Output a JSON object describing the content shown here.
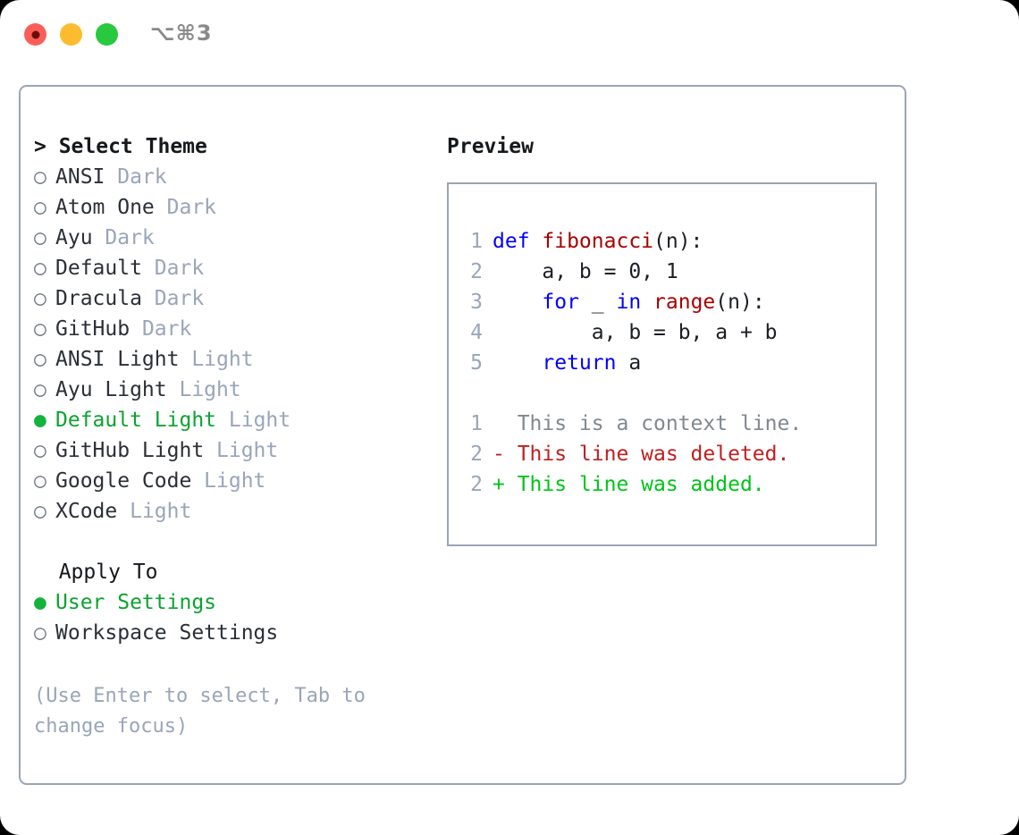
{
  "window": {
    "traffic_lights": [
      "close",
      "minimize",
      "maximize"
    ],
    "shortcut": "⌥⌘3"
  },
  "left": {
    "theme_header": "> Select Theme",
    "themes": [
      {
        "marker": "○",
        "name": "ANSI",
        "badge": "Dark",
        "selected": false
      },
      {
        "marker": "○",
        "name": "Atom One",
        "badge": "Dark",
        "selected": false
      },
      {
        "marker": "○",
        "name": "Ayu",
        "badge": "Dark",
        "selected": false
      },
      {
        "marker": "○",
        "name": "Default",
        "badge": "Dark",
        "selected": false
      },
      {
        "marker": "○",
        "name": "Dracula",
        "badge": "Dark",
        "selected": false
      },
      {
        "marker": "○",
        "name": "GitHub",
        "badge": "Dark",
        "selected": false
      },
      {
        "marker": "○",
        "name": "ANSI Light",
        "badge": "Light",
        "selected": false
      },
      {
        "marker": "○",
        "name": "Ayu Light",
        "badge": "Light",
        "selected": false
      },
      {
        "marker": "●",
        "name": "Default Light",
        "badge": "Light",
        "selected": true
      },
      {
        "marker": "○",
        "name": "GitHub Light",
        "badge": "Light",
        "selected": false
      },
      {
        "marker": "○",
        "name": "Google Code",
        "badge": "Light",
        "selected": false
      },
      {
        "marker": "○",
        "name": "XCode",
        "badge": "Light",
        "selected": false
      }
    ],
    "apply_header": "  Apply To",
    "apply_options": [
      {
        "marker": "●",
        "name": "User Settings",
        "selected": true
      },
      {
        "marker": "○",
        "name": "Workspace Settings",
        "selected": false
      }
    ],
    "hint": "(Use Enter to select, Tab to change focus)"
  },
  "right": {
    "preview_title": "Preview",
    "code": [
      {
        "lno": "1",
        "tokens": [
          {
            "t": "def ",
            "c": "kw"
          },
          {
            "t": "fibonacci",
            "c": "fn"
          },
          {
            "t": "(n):",
            "c": "pl"
          }
        ]
      },
      {
        "lno": "2",
        "tokens": [
          {
            "t": "    a, b = 0, 1",
            "c": "pl"
          }
        ]
      },
      {
        "lno": "3",
        "tokens": [
          {
            "t": "    ",
            "c": "pl"
          },
          {
            "t": "for",
            "c": "kw"
          },
          {
            "t": " _ ",
            "c": "pl"
          },
          {
            "t": "in",
            "c": "kw"
          },
          {
            "t": " ",
            "c": "pl"
          },
          {
            "t": "range",
            "c": "fn"
          },
          {
            "t": "(n):",
            "c": "pl"
          }
        ]
      },
      {
        "lno": "4",
        "tokens": [
          {
            "t": "        a, b = b, a + b",
            "c": "pl"
          }
        ]
      },
      {
        "lno": "5",
        "tokens": [
          {
            "t": "    ",
            "c": "pl"
          },
          {
            "t": "return",
            "c": "kw"
          },
          {
            "t": " a",
            "c": "pl"
          }
        ]
      }
    ],
    "diff": [
      {
        "lno": "1",
        "text": "  This is a context line.",
        "kind": "diff-ctx"
      },
      {
        "lno": "2",
        "text": "- This line was deleted.",
        "kind": "diff-del"
      },
      {
        "lno": "2",
        "text": "+ This line was added.",
        "kind": "diff-add"
      }
    ]
  },
  "colors": {
    "accent_green": "#0aa32f",
    "badge_gray": "#9aa5b8",
    "border": "#9aa5b5",
    "keyword_blue": "#0000ff",
    "function_red": "#aa0000",
    "diff_add": "#00c418",
    "diff_del": "#c02020"
  }
}
